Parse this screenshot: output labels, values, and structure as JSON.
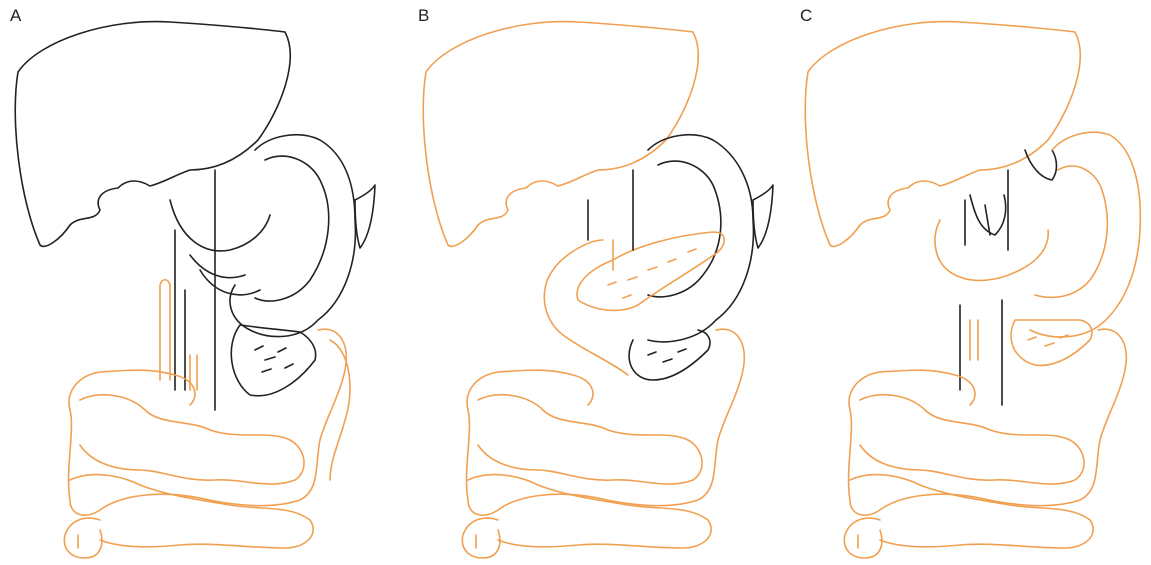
{
  "panels": [
    {
      "label": "A"
    },
    {
      "label": "B"
    },
    {
      "label": "C"
    }
  ],
  "colors": {
    "original_anatomy": "#222222",
    "reconstructed_bowel": "#f0a050",
    "background": "#ffffff"
  }
}
